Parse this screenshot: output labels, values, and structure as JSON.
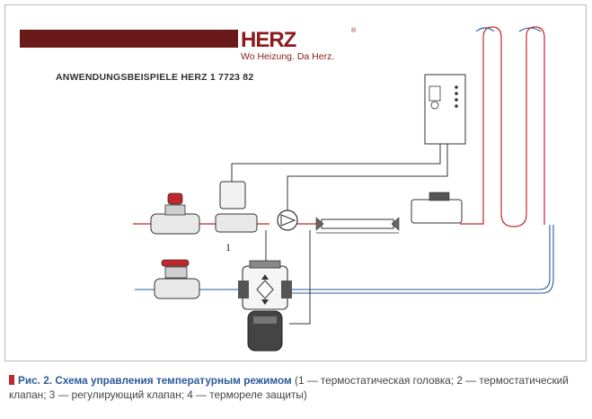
{
  "brand": {
    "name": "HERZ",
    "registered": "®",
    "slogan": "Wo Heizung. Da Herz."
  },
  "diagram": {
    "title": "ANWENDUNGSBEISPIELE HERZ 1 7723 82",
    "component_label": "1",
    "colors": {
      "supply": "#c0272d",
      "return": "#2b5a9e",
      "wiring": "#333333",
      "brand": "#8c1b1b"
    }
  },
  "caption": {
    "title": "Рис. 2. Схема управления температурным режимом",
    "details": " (1 — термостатическая головка; 2 — термостатический клапан; 3 — регулирующий клапан; 4 — термореле защиты)"
  }
}
